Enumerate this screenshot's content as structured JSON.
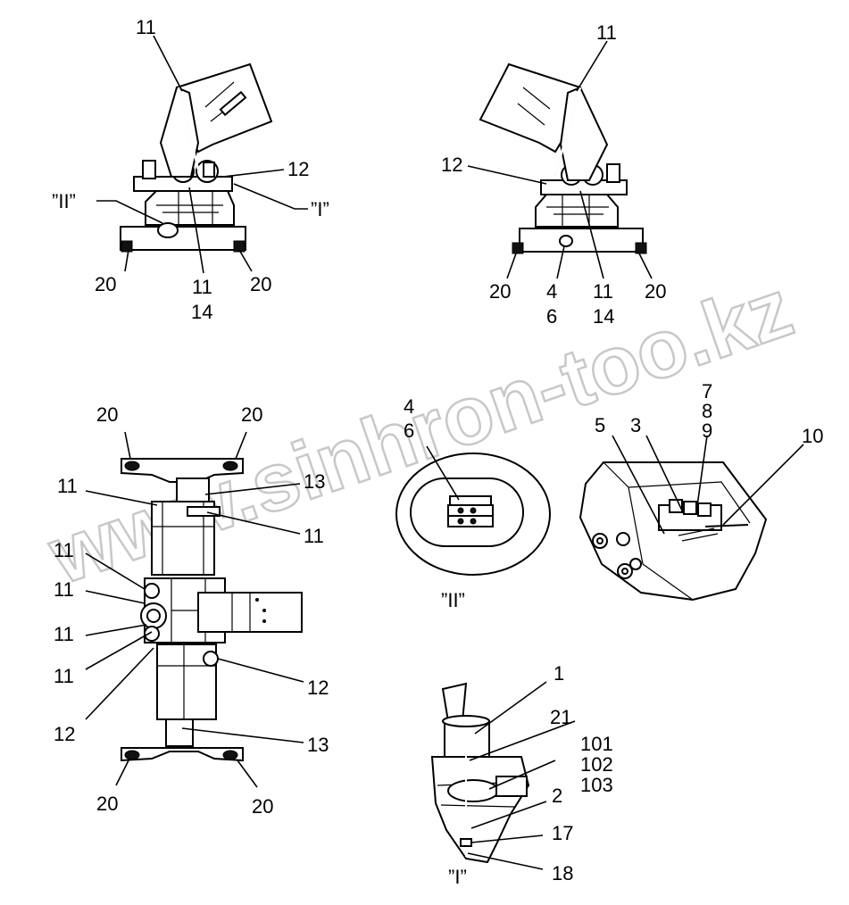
{
  "watermark": "www.sinhron-too.kz",
  "views": {
    "top_left": {
      "callouts": {
        "l11_top": "11",
        "l12": "12",
        "detail_i": "”I”",
        "detail_ii": "”II”",
        "l20_left": "20",
        "l20_right": "20",
        "l11_bottom": "11",
        "l14": "14"
      }
    },
    "top_right": {
      "callouts": {
        "l11_top": "11",
        "l12": "12",
        "l20_left": "20",
        "l4": "4",
        "l6": "6",
        "l11_bottom": "11",
        "l14": "14",
        "l20_right": "20"
      }
    },
    "plan": {
      "callouts": {
        "l20_tl": "20",
        "l20_tr": "20",
        "l11_a": "11",
        "l13_top": "13",
        "l11_b": "11",
        "l11_c": "11",
        "l11_d": "11",
        "l11_e": "11",
        "l11_f": "11",
        "l12_right": "12",
        "l12_left": "12",
        "l13_bottom": "13",
        "l20_bl": "20",
        "l20_br": "20"
      }
    },
    "detail_ii": {
      "caption": "”II”",
      "callouts": {
        "l4": "4",
        "l6": "6"
      }
    },
    "detail_relay": {
      "callouts": {
        "l7": "7",
        "l8": "8",
        "l9": "9",
        "l5": "5",
        "l3": "3",
        "l10": "10"
      }
    },
    "detail_i": {
      "caption": "”I”",
      "callouts": {
        "l1": "1",
        "l21": "21",
        "l101": "101",
        "l102": "102",
        "l103": "103",
        "l2": "2",
        "l17": "17",
        "l18": "18"
      }
    }
  }
}
